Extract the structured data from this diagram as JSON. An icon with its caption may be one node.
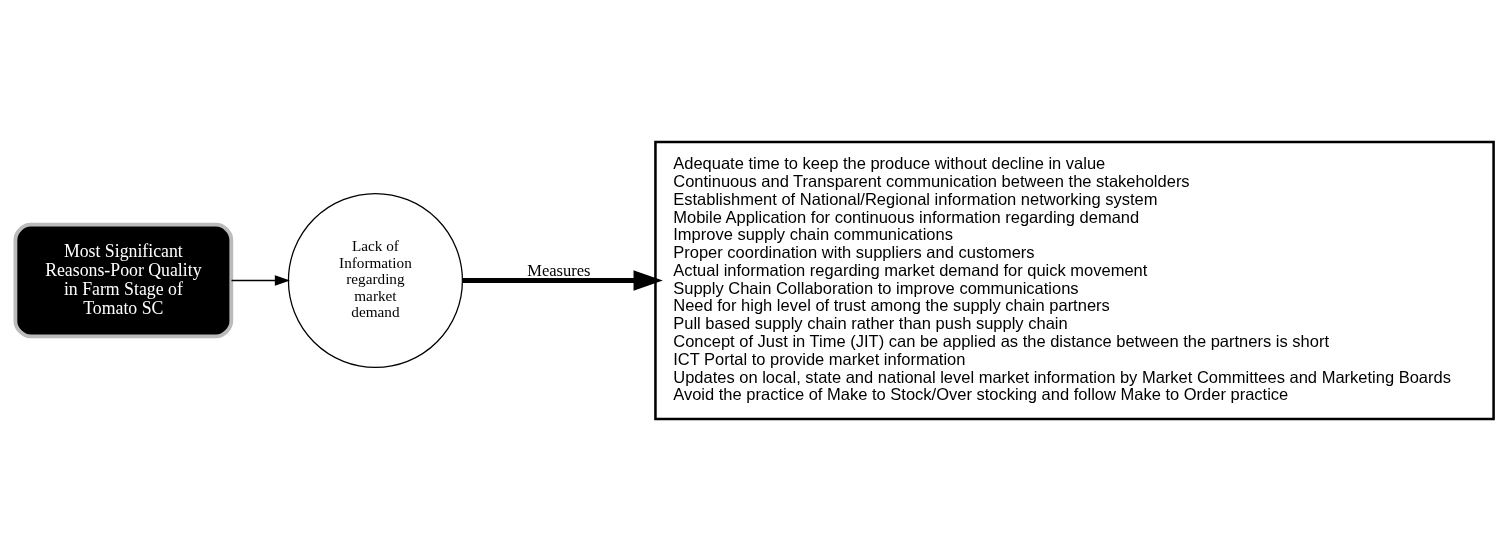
{
  "diagram": {
    "nodes": [
      {
        "text": [
          "Most Significant Reasons-Poor Quality in Farm Stage of Tomato SC"
        ]
      },
      {
        "text": [
          "Lack of Information regarding market demand"
        ]
      },
      {
        "text": [
          "Adequate time to keep the produce without decline in value",
          "Continuous and Transparent communication between the stakeholders",
          "Establishment of National/Regional information networking system",
          "Mobile Application for continuous information regarding demand",
          "Improve supply chain communications",
          "Proper coordination with suppliers and customers",
          "Actual information regarding market demand for quick movement",
          "Supply Chain Collaboration to improve communications",
          "Need for high level of trust among the supply chain partners",
          "Pull based supply chain rather than push supply chain",
          "Concept of Just in Time (JIT) can be applied as the distance between the partners is short",
          "ICT Portal to provide market information",
          "Updates on local, state and national level market information by Market Committees and Marketing Boards",
          "Avoid the practice of Make to Stock/Over stocking and follow Make to Order practice"
        ]
      }
    ],
    "edges": [
      {
        "from": 0,
        "to": 1,
        "arrow": "to"
      },
      {
        "from": 1,
        "to": 2,
        "arrow": "to",
        "label": "Measures",
        "style": "thick"
      }
    ]
  }
}
